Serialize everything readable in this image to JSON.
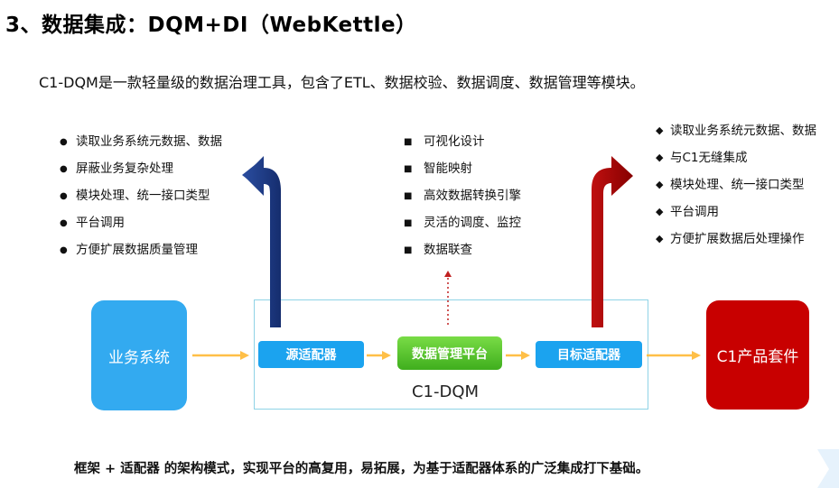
{
  "title": "3、数据集成：DQM+DI（WebKettle）",
  "subtitle": "C1-DQM是一款轻量级的数据治理工具，包含了ETL、数据校验、数据调度、数据管理等模块。",
  "left_features": [
    "读取业务系统元数据、数据",
    "屏蔽业务复杂处理",
    "模块处理、统一接口类型",
    "平台调用",
    "方便扩展数据质量管理"
  ],
  "middle_features": [
    "可视化设计",
    "智能映射",
    "高效数据转换引擎",
    "灵活的调度、监控",
    "数据联查"
  ],
  "right_features": [
    "读取业务系统元数据、数据",
    "与C1无缝集成",
    "模块处理、统一接口类型",
    "平台调用",
    "方便扩展数据后处理操作"
  ],
  "nodes": {
    "business_system": "业务系统",
    "source_adapter": "源适配器",
    "data_management_platform": "数据管理平台",
    "target_adapter": "目标适配器",
    "c1_product_suite": "C1产品套件"
  },
  "container_label": "C1-DQM",
  "footer": "框架 + 适配器 的架构模式，实现平台的高复用，易拓展，为基于适配器体系的广泛集成打下基础。",
  "colors": {
    "blue_node": "#33aaf0",
    "adapter": "#1ba3ef",
    "platform": "#4fbf2a",
    "c1_red": "#c80000",
    "flow_arrow": "#ffbf47",
    "up_arrow_navy": "#1d3a86",
    "up_arrow_red": "#a50000",
    "dotted_arrow": "#c02020"
  }
}
